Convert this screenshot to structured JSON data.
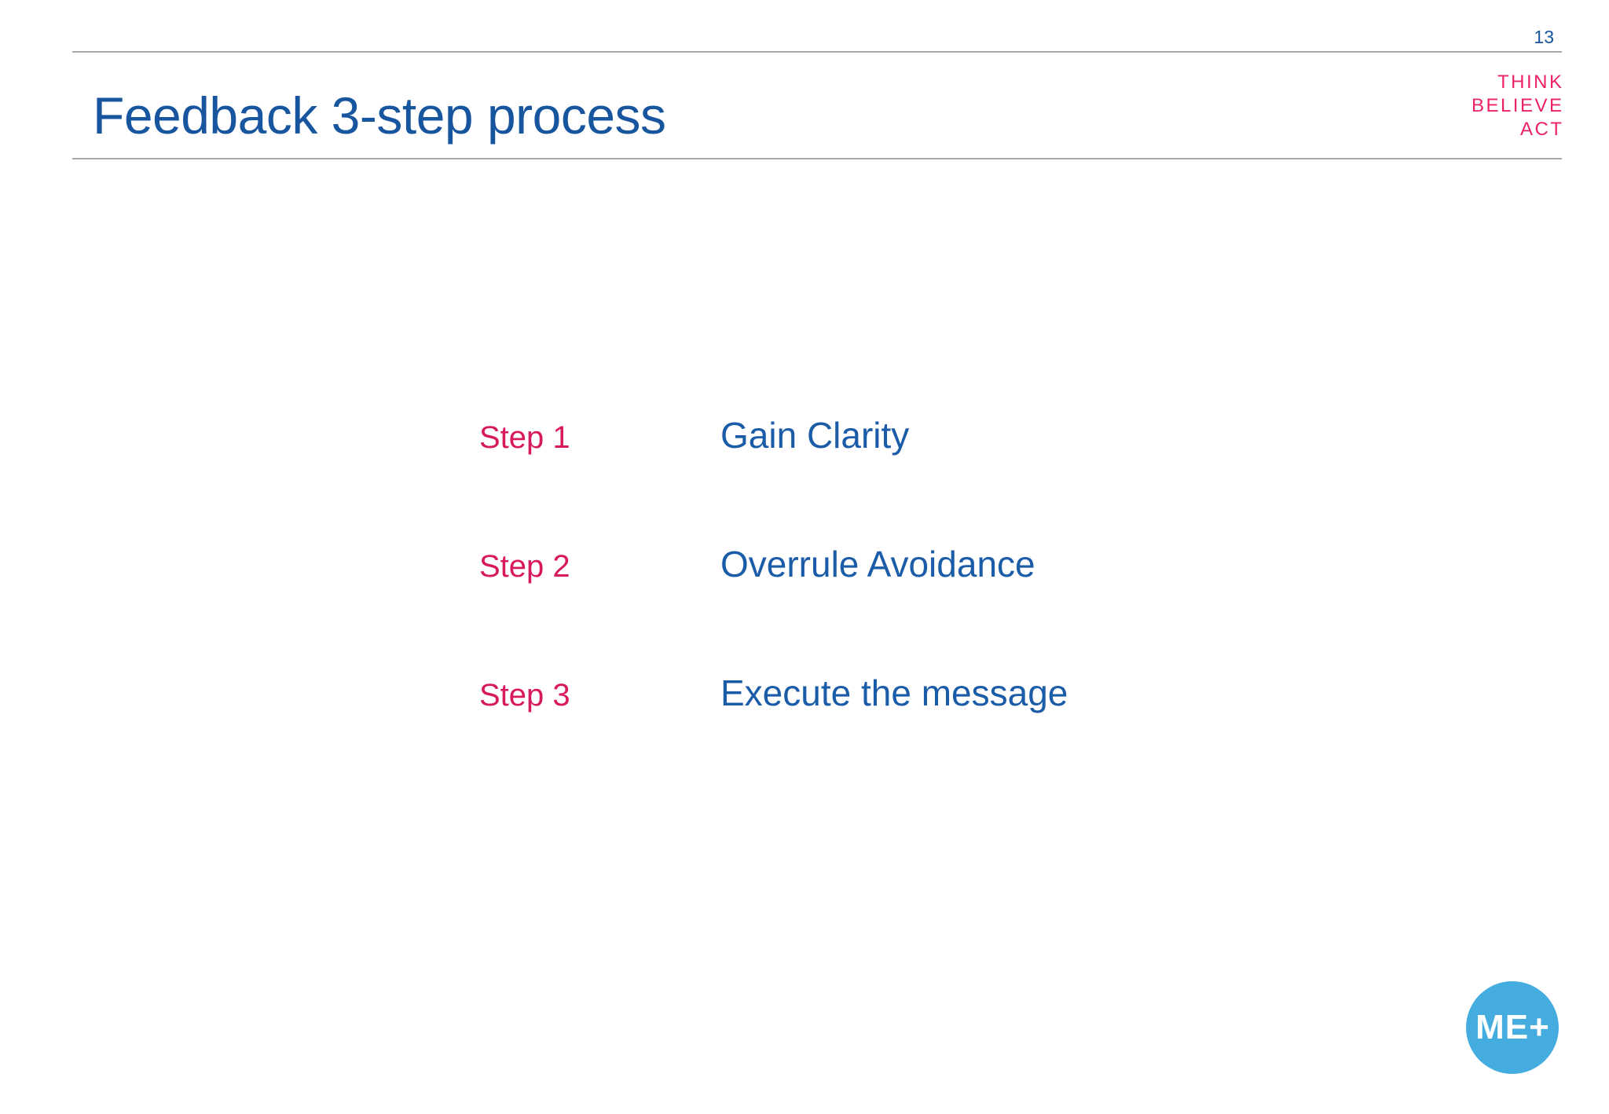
{
  "page": {
    "number": "13"
  },
  "header": {
    "title": "Feedback 3-step process"
  },
  "logo": {
    "lines": [
      "THINK",
      "BELIEVE",
      "ACT"
    ]
  },
  "steps": [
    {
      "label": "Step 1",
      "description": "Gain Clarity"
    },
    {
      "label": "Step 2",
      "description": "Overrule Avoidance"
    },
    {
      "label": "Step 3",
      "description": "Execute the message"
    }
  ],
  "badge": {
    "label": "ME+"
  },
  "colors": {
    "title_blue": "#17559F",
    "desc_blue": "#1B5CA8",
    "step_pink": "#D9195E",
    "logo_pink": "#EC2363",
    "badge_blue": "#45ACE0",
    "rule_gray": "#A9A9A9",
    "page_number_blue": "#17559F"
  }
}
